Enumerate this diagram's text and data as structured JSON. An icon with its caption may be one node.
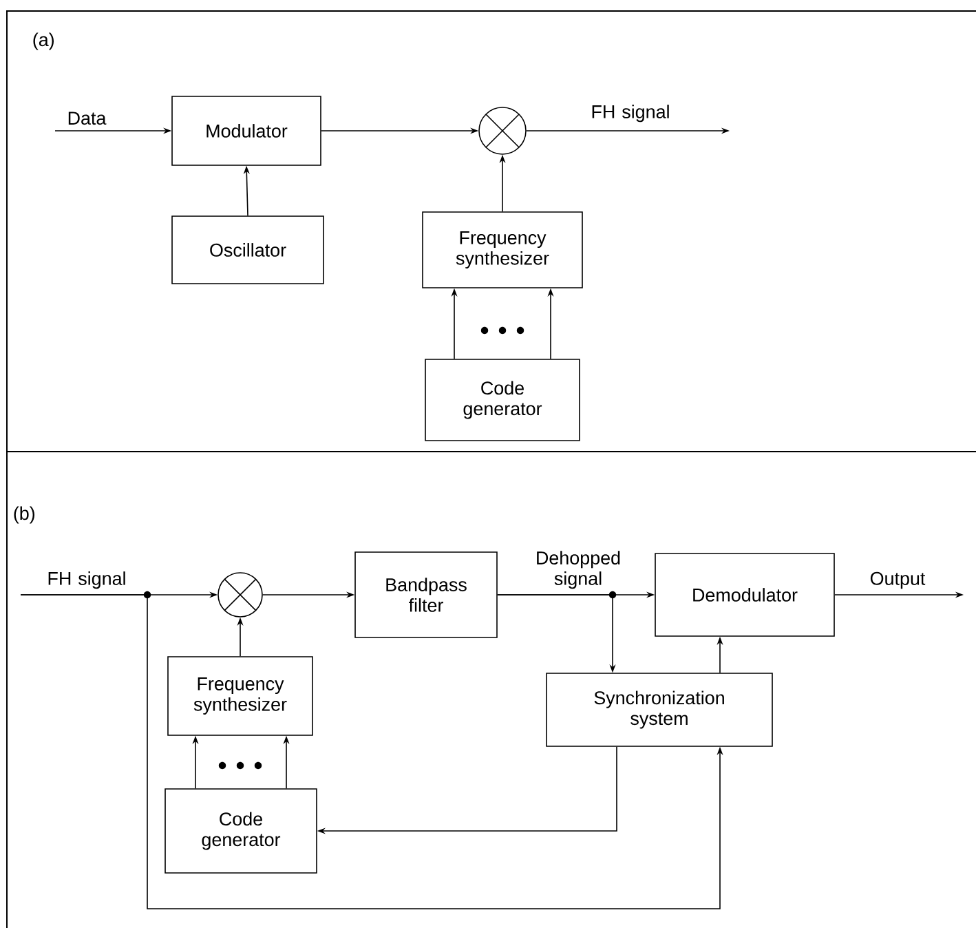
{
  "diagram": {
    "nodes": [
      {
        "text": [
          "Modulator"
        ]
      },
      {
        "text": [
          "Oscillator"
        ]
      },
      {
        "text": [],
        "shape": "circle"
      },
      {
        "text": [
          "Frequency synthesizer"
        ]
      },
      {
        "text": [
          "Code generator"
        ]
      },
      {
        "text": [],
        "shape": "circle"
      },
      {
        "text": [
          "Bandpass filter"
        ]
      },
      {
        "text": [
          "Demodulator"
        ]
      },
      {
        "text": [
          "Frequency synthesizer"
        ]
      },
      {
        "text": [
          "Synchronization system"
        ]
      },
      {
        "text": [
          "Code generator"
        ]
      }
    ],
    "edges": [
      {
        "from": null,
        "to": 0,
        "arrow": "to",
        "label": "Data"
      },
      {
        "from": 1,
        "to": 0,
        "arrow": "to"
      },
      {
        "from": 0,
        "to": 2,
        "arrow": "to"
      },
      {
        "from": 3,
        "to": 2,
        "arrow": "to"
      },
      {
        "from": 2,
        "to": null,
        "arrow": "to",
        "label": "FH signal"
      },
      {
        "from": 4,
        "to": 3,
        "arrow": "to"
      },
      {
        "from": 4,
        "to": 3,
        "arrow": "to"
      },
      {
        "from": null,
        "to": 5,
        "arrow": "to",
        "label": "FH signal"
      },
      {
        "from": null,
        "to": 9,
        "arrow": "to"
      },
      {
        "from": 5,
        "to": 6,
        "arrow": "to"
      },
      {
        "from": 8,
        "to": 5,
        "arrow": "to"
      },
      {
        "from": 10,
        "to": 8,
        "arrow": "to"
      },
      {
        "from": 10,
        "to": 8,
        "arrow": "to"
      },
      {
        "from": 6,
        "to": 7,
        "arrow": "to",
        "label": "Dehopped signal"
      },
      {
        "from": 6,
        "to": 9,
        "arrow": "to"
      },
      {
        "from": 7,
        "to": null,
        "arrow": "to",
        "label": "Output"
      },
      {
        "from": 9,
        "to": 7,
        "arrow": "to"
      },
      {
        "from": 9,
        "to": 10,
        "arrow": "to"
      }
    ],
    "labels": [
      "(a)",
      "(b)"
    ]
  }
}
